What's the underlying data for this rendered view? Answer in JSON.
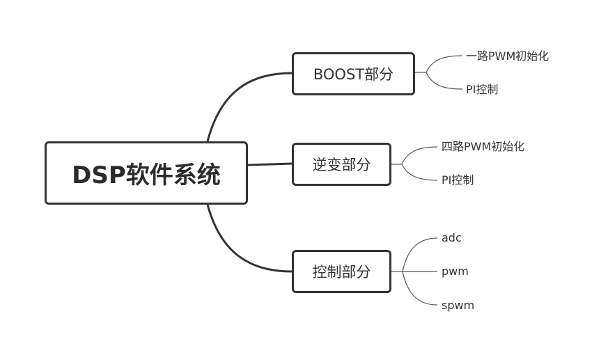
{
  "mindmap": {
    "root": {
      "label": "DSP软件系统"
    },
    "branches": [
      {
        "label": "BOOST部分",
        "children": [
          "一路PWM初始化",
          "PI控制"
        ]
      },
      {
        "label": "逆变部分",
        "children": [
          "四路PWM初始化",
          "PI控制"
        ]
      },
      {
        "label": "控制部分",
        "children": [
          "adc",
          "pwm",
          "spwm"
        ]
      }
    ]
  },
  "colors": {
    "line": "#333333",
    "leaf_line": "#555555",
    "border": "#333333",
    "text": "#333333",
    "background": "#ffffff"
  }
}
